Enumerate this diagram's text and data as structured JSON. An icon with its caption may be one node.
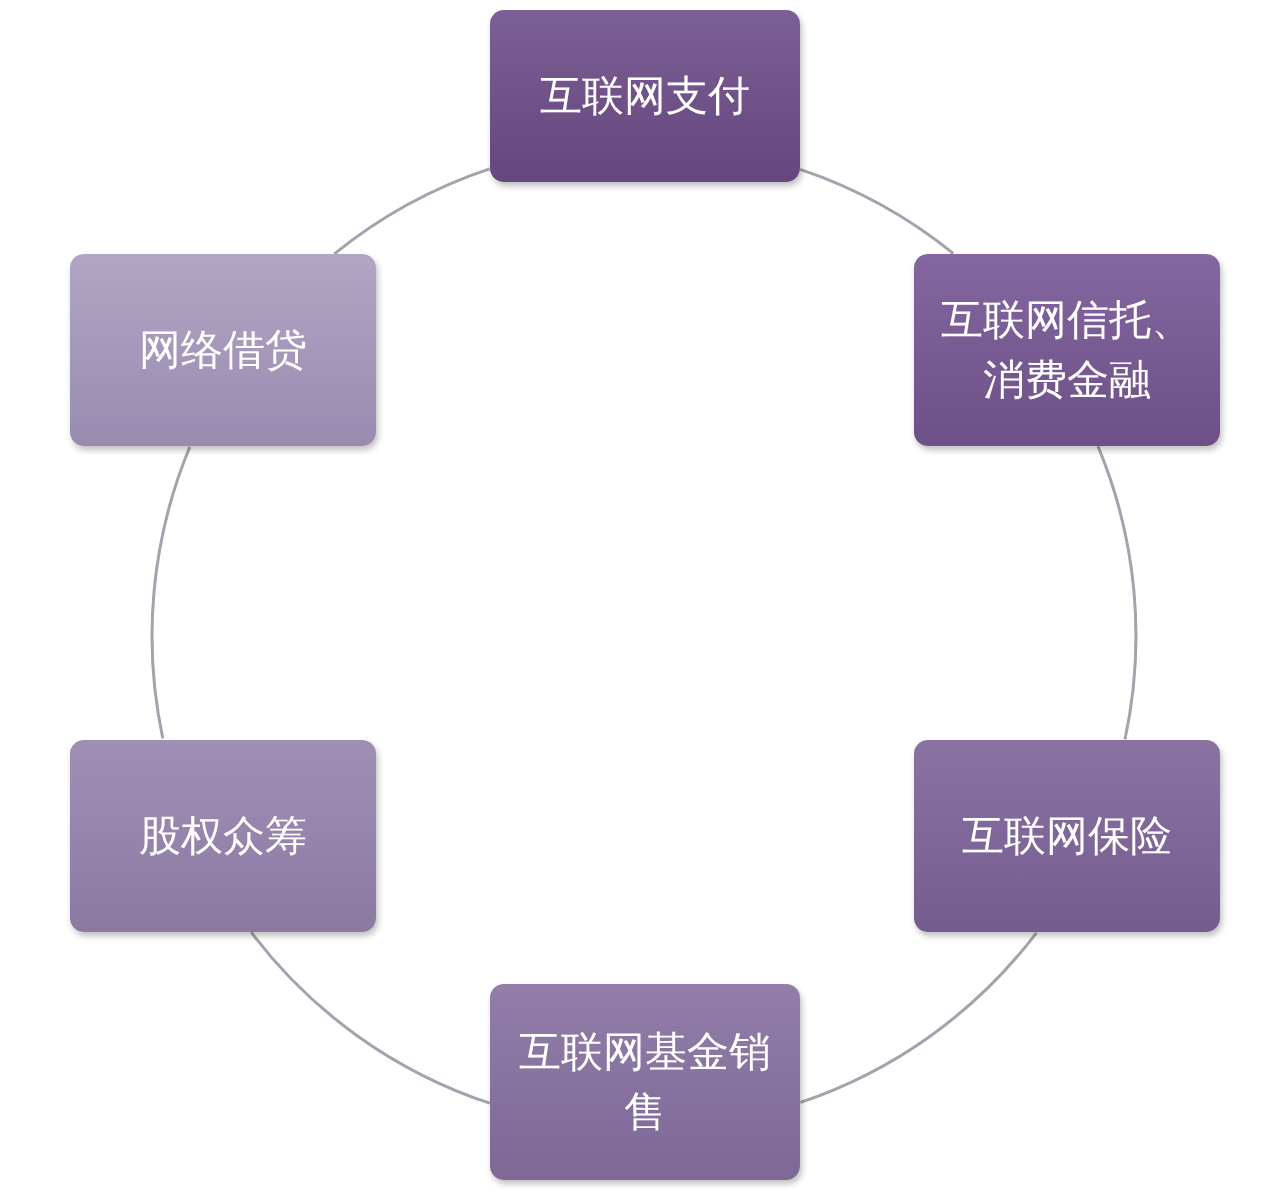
{
  "diagram": {
    "nodes": [
      {
        "text": [
          "互联网支付"
        ]
      },
      {
        "text": [
          "互联网信托、消费金融"
        ]
      },
      {
        "text": [
          "互联网保险"
        ]
      },
      {
        "text": [
          "互联网基金销售"
        ]
      },
      {
        "text": [
          "股权众筹"
        ]
      },
      {
        "text": [
          "网络借贷"
        ]
      }
    ],
    "edges": [
      {
        "from": 0,
        "to": 1,
        "arrow": "none"
      },
      {
        "from": 1,
        "to": 2,
        "arrow": "none"
      },
      {
        "from": 2,
        "to": 3,
        "arrow": "none"
      },
      {
        "from": 3,
        "to": 4,
        "arrow": "none"
      },
      {
        "from": 4,
        "to": 5,
        "arrow": "none"
      },
      {
        "from": 5,
        "to": 0,
        "arrow": "none"
      }
    ]
  }
}
